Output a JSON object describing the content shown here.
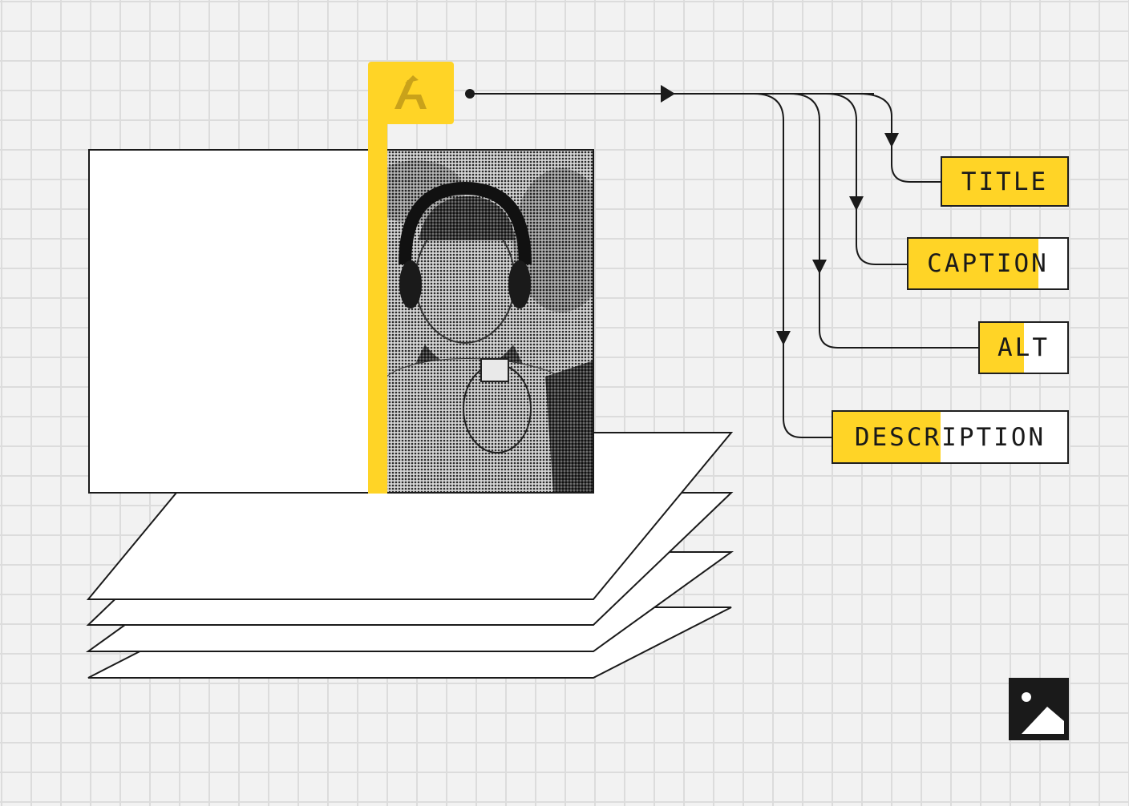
{
  "colors": {
    "accent": "#ffd426",
    "accent_dark": "#c9a21a",
    "ink": "#1a1a1a",
    "paper": "#ffffff",
    "grid": "#dcdcdc",
    "photo_gray": "#a9a9a9"
  },
  "icons": {
    "plugin_logo": "stylized-a-icon",
    "image_symbol": "image-icon"
  },
  "labels": [
    {
      "key": "title",
      "text": "TITLE",
      "fill_fraction": 1.0
    },
    {
      "key": "caption",
      "text": "CAPTION",
      "fill_fraction": 0.82
    },
    {
      "key": "alt",
      "text": "ALT",
      "fill_fraction": 0.5
    },
    {
      "key": "description",
      "text": "DESCRIPTION",
      "fill_fraction": 0.46
    }
  ]
}
